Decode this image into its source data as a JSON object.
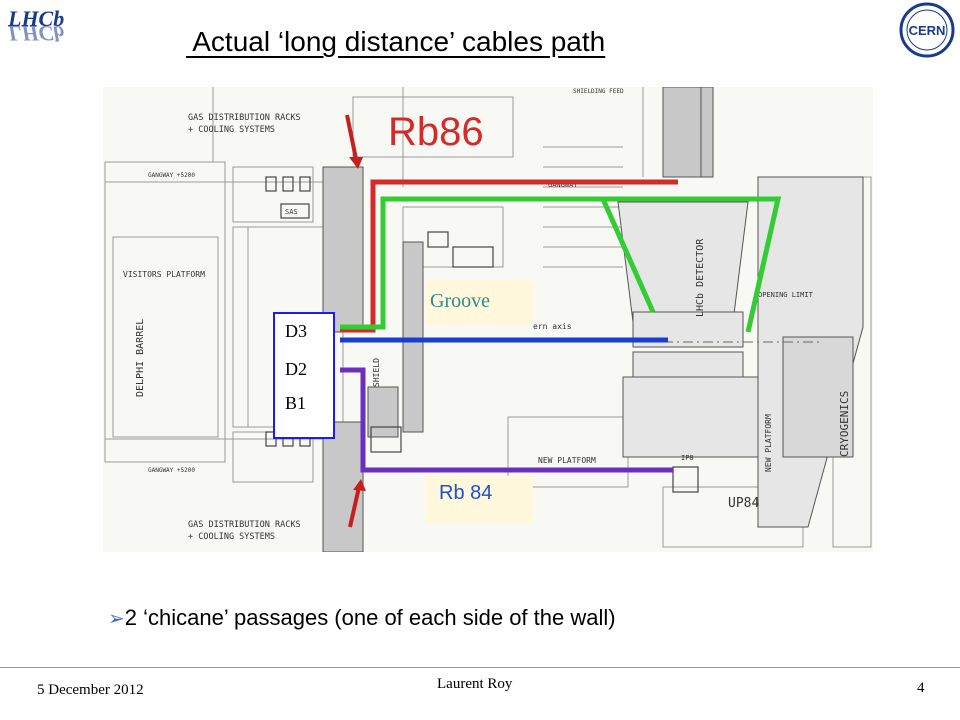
{
  "slide": {
    "title": " Actual ‘long distance’ cables path",
    "bullet_marker": "➢",
    "bullet_text": "2 ‘chicane’ passages (one of each side of the wall)"
  },
  "logos": {
    "left": "LHCb",
    "right": "CERN"
  },
  "drawing": {
    "room_label": "Rb86",
    "groove_label": "Groove",
    "rb84_label": "Rb 84",
    "rack_labels": [
      "D3",
      "D2",
      "B1"
    ],
    "plan_texts": {
      "gas_top": "GAS DISTRIBUTION RACKS",
      "cooling_top": "+ COOLING SYSTEMS",
      "gas_bottom": "GAS DISTRIBUTION RACKS",
      "cooling_bottom": "+ COOLING SYSTEMS",
      "gangway_top": "GANGWAY +5200",
      "gangway_bottom": "GANGWAY +5200",
      "gangway_right": "GANGWAY",
      "sas": "SAS",
      "visitors": "VISITORS PLATFORM",
      "delphi": "DELPHI BARREL",
      "shield": "SHIELD",
      "beam_axis": "ern axis",
      "detector": "LHCb DETECTOR",
      "opening": "OPENING LIMIT",
      "cryo": "CRYOGENICS",
      "new_platform": "NEW PLATFORM",
      "new_platform_v": "NEW PLATFORM",
      "ip8": "IP8",
      "up84": "UP84",
      "shielding_feed": "SHIELDING FEED"
    },
    "cable_colors": {
      "red": "#d42a2a",
      "green": "#33cc33",
      "blue": "#1a3fd0",
      "purple": "#6b2fbf",
      "arrow": "#c81e1e"
    }
  },
  "footer": {
    "date": "5 December 2012",
    "author": "Laurent Roy",
    "page": "4"
  }
}
